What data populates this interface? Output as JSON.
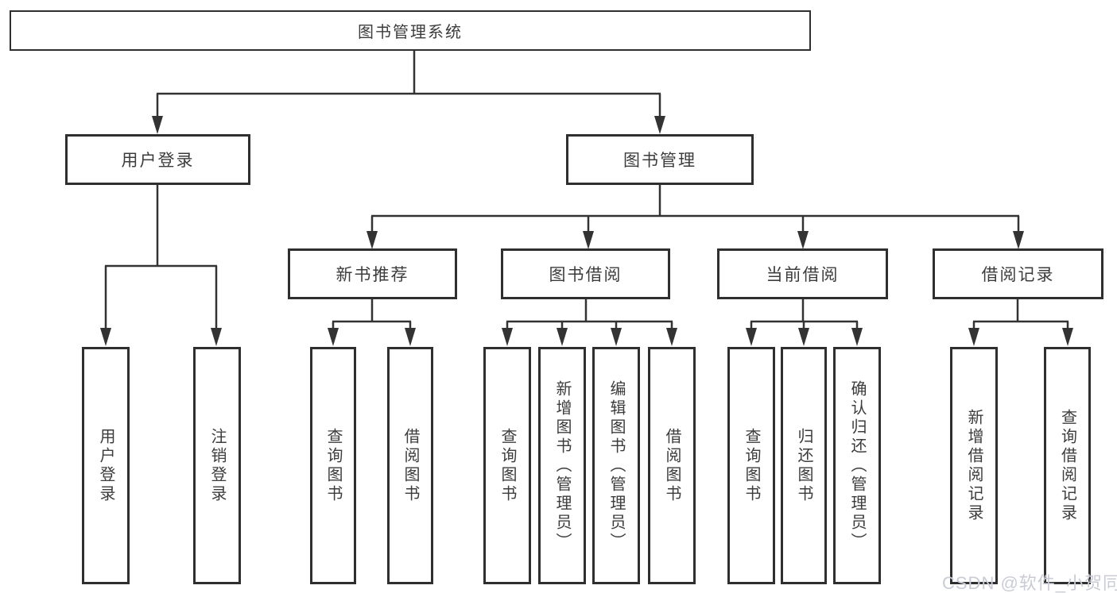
{
  "diagram": {
    "title": "图书管理系统",
    "root": {
      "label": "图书管理系统"
    },
    "level2": [
      {
        "id": "user-login",
        "label": "用户登录"
      },
      {
        "id": "book-management",
        "label": "图书管理"
      }
    ],
    "level3": [
      {
        "id": "new-book-recommend",
        "label": "新书推荐",
        "parent": "图书管理"
      },
      {
        "id": "book-borrow",
        "label": "图书借阅",
        "parent": "图书管理"
      },
      {
        "id": "current-borrow",
        "label": "当前借阅",
        "parent": "图书管理"
      },
      {
        "id": "borrow-records",
        "label": "借阅记录",
        "parent": "图书管理"
      }
    ],
    "leaves": [
      {
        "id": "user-login",
        "label": "用户登录",
        "parent": "用户登录"
      },
      {
        "id": "logout",
        "label": "注销登录",
        "parent": "用户登录"
      },
      {
        "id": "query-book-1",
        "label": "查询图书",
        "parent": "新书推荐"
      },
      {
        "id": "borrow-book-1",
        "label": "借阅图书",
        "parent": "新书推荐"
      },
      {
        "id": "query-book-2",
        "label": "查询图书",
        "parent": "图书借阅"
      },
      {
        "id": "add-book-admin",
        "label": "新增图书（管理员）",
        "parent": "图书借阅"
      },
      {
        "id": "edit-book-admin",
        "label": "编辑图书（管理员）",
        "parent": "图书借阅"
      },
      {
        "id": "borrow-book-2",
        "label": "借阅图书",
        "parent": "图书借阅"
      },
      {
        "id": "query-book-3",
        "label": "查询图书",
        "parent": "当前借阅"
      },
      {
        "id": "return-book",
        "label": "归还图书",
        "parent": "当前借阅"
      },
      {
        "id": "confirm-return-admin",
        "label": "确认归还（管理员）",
        "parent": "当前借阅"
      },
      {
        "id": "add-borrow-record",
        "label": "新增借阅记录",
        "parent": "借阅记录"
      },
      {
        "id": "query-borrow-record",
        "label": "查询借阅记录",
        "parent": "借阅记录"
      }
    ],
    "colors": {
      "line": "#333333",
      "border": "#2f2f2f",
      "text": "#3c3c3c",
      "background": "#ffffff",
      "watermark": "#c9ccd4"
    }
  },
  "watermark": {
    "text": "CSDN @软件_小贺同学"
  }
}
